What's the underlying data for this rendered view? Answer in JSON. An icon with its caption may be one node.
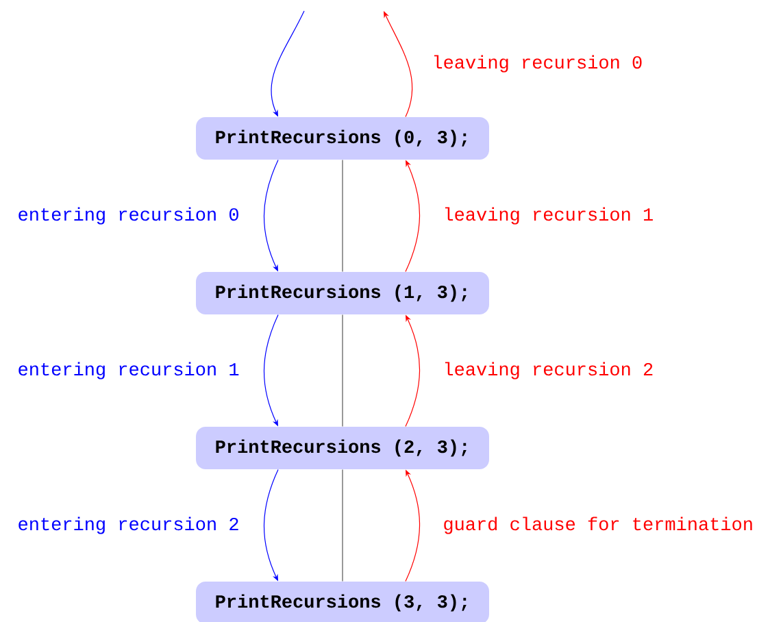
{
  "diagram": {
    "nodes": [
      {
        "text": [
          "PrintRecursions (0, 3);"
        ]
      },
      {
        "text": [
          "PrintRecursions (1, 3);"
        ]
      },
      {
        "text": [
          "PrintRecursions (2, 3);"
        ]
      },
      {
        "text": [
          "PrintRecursions (3, 3);"
        ]
      }
    ],
    "edges": [
      {
        "from": 0,
        "to": 1,
        "arrow": "none",
        "color": "#555555"
      },
      {
        "from": 1,
        "to": 2,
        "arrow": "none",
        "color": "#555555"
      },
      {
        "from": 2,
        "to": 3,
        "arrow": "none",
        "color": "#555555"
      },
      {
        "from": null,
        "to": 0,
        "arrow": "to",
        "color": "#0000ff"
      },
      {
        "from": 0,
        "to": null,
        "arrow": "to",
        "color": "#ff0000",
        "label": "leaving recursion 0"
      },
      {
        "from": 0,
        "to": 1,
        "arrow": "to",
        "color": "#0000ff",
        "label": "entering recursion 0"
      },
      {
        "from": 1,
        "to": 0,
        "arrow": "to",
        "color": "#ff0000",
        "label": "leaving recursion 1"
      },
      {
        "from": 1,
        "to": 2,
        "arrow": "to",
        "color": "#0000ff",
        "label": "entering recursion 1"
      },
      {
        "from": 2,
        "to": 1,
        "arrow": "to",
        "color": "#ff0000",
        "label": "leaving recursion 2"
      },
      {
        "from": 2,
        "to": 3,
        "arrow": "to",
        "color": "#0000ff",
        "label": "entering recursion 2"
      },
      {
        "from": 3,
        "to": 2,
        "arrow": "to",
        "color": "#ff0000",
        "label": "guard clause for termination"
      }
    ]
  }
}
